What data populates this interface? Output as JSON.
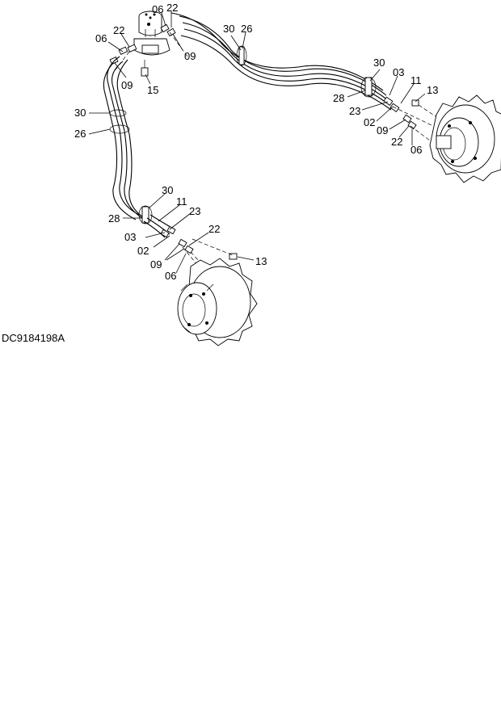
{
  "drawing_id": "DC9184198A",
  "callouts": {
    "c01": "06",
    "c02": "22",
    "c03": "06",
    "c04": "22",
    "c05": "09",
    "c06": "09",
    "c07": "15",
    "c08": "30",
    "c09": "26",
    "c10": "30",
    "c11": "26",
    "c12": "30",
    "c13": "03",
    "c14": "11",
    "c15": "13",
    "c16": "28",
    "c17": "23",
    "c18": "02",
    "c19": "09",
    "c20": "22",
    "c21": "06",
    "c22": "30",
    "c23": "11",
    "c24": "28",
    "c25": "23",
    "c26": "03",
    "c27": "02",
    "c28": "22",
    "c29": "09",
    "c30": "06",
    "c31": "13"
  },
  "icons": {
    "swivel_joint": "center-joint-icon",
    "travel_motor": "travel-motor-sprocket-icon",
    "clamp": "hose-clamp-icon",
    "fitting": "fitting-icon"
  }
}
